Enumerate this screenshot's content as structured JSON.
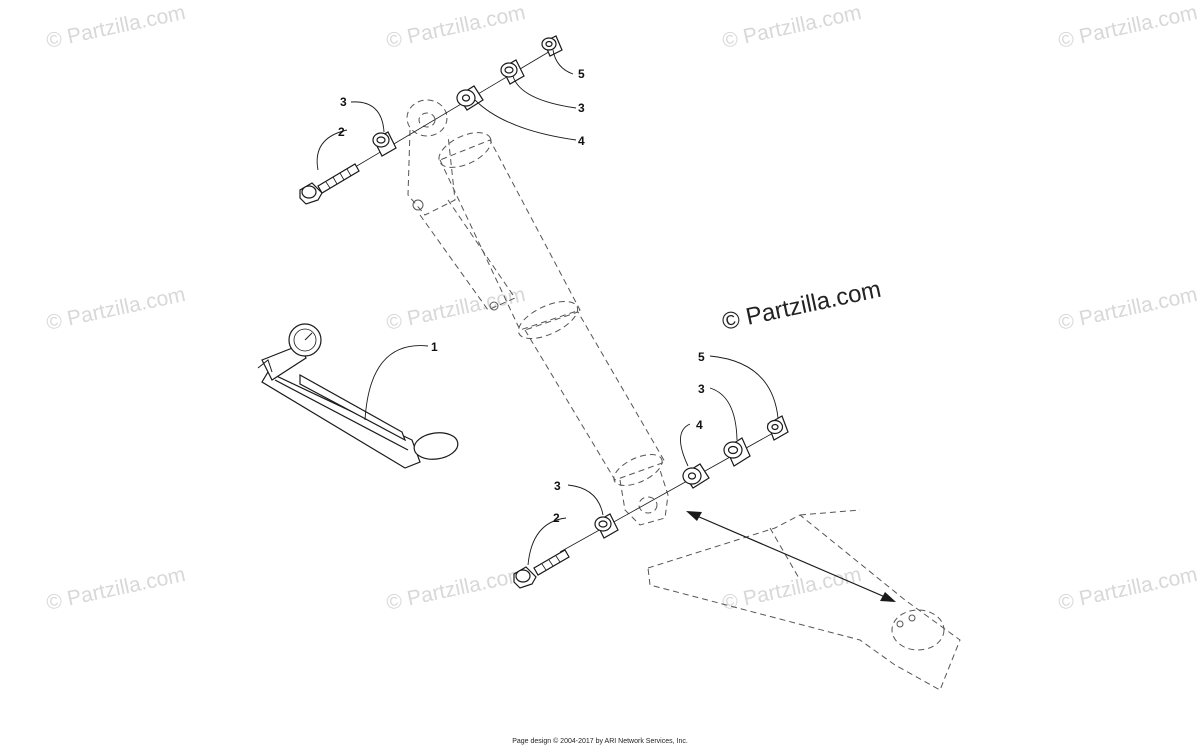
{
  "watermark": {
    "text": "© Partzilla.com",
    "main_text": "© Partzilla.com"
  },
  "callouts": {
    "c5_top": "5",
    "c3_top_right": "3",
    "c4_top": "4",
    "c3_top_left": "3",
    "c2_top": "2",
    "c1": "1",
    "c5_bottom": "5",
    "c3_bottom_right": "3",
    "c4_bottom": "4",
    "c3_bottom_left": "3",
    "c2_bottom": "2"
  },
  "footer": {
    "text": "Page design © 2004-2017 by ARI Network Services, Inc."
  },
  "colors": {
    "line": "#1a1a1a",
    "watermark": "#d8d8d8",
    "background": "#ffffff"
  }
}
